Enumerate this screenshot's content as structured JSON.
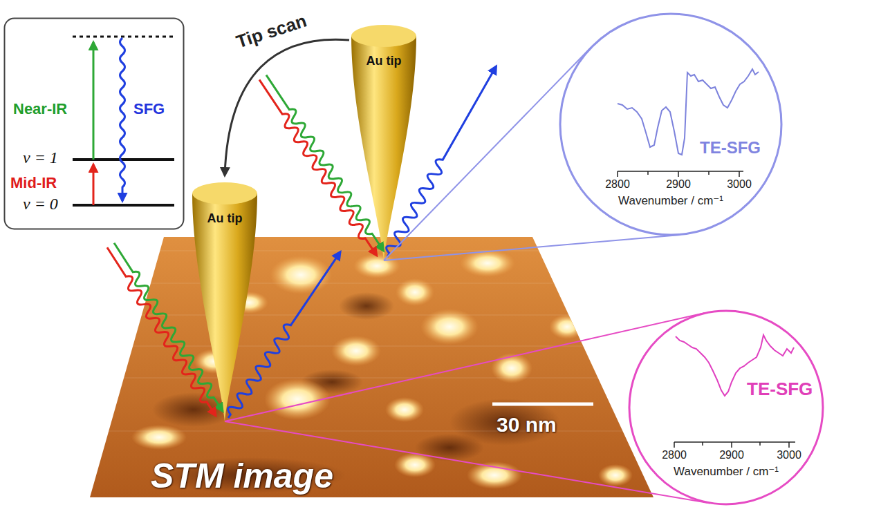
{
  "diagram": {
    "nodes": [
      {
        "text": [
          "Near-IR",
          "SFG",
          "Mid-IR",
          "v = 1",
          "v = 0"
        ]
      },
      {
        "text": [
          "Au tip"
        ]
      },
      {
        "text": [
          "TE-SFG",
          "2800",
          "2900",
          "3000",
          "Wavenumber / cm⁻¹"
        ]
      },
      {
        "text": [
          "30 nm",
          "STM image"
        ]
      },
      {
        "text": [
          "Au tip"
        ]
      },
      {
        "text": [
          "TE-SFG",
          "2800",
          "2900",
          "3000",
          "Wavenumber / cm⁻¹"
        ]
      }
    ],
    "edges": [
      {
        "from": 1,
        "to": 4,
        "arrow": "to",
        "label": "Tip scan"
      },
      {
        "from": 1,
        "to": 2,
        "arrow": "none"
      },
      {
        "from": 4,
        "to": 5,
        "arrow": "none"
      }
    ]
  }
}
